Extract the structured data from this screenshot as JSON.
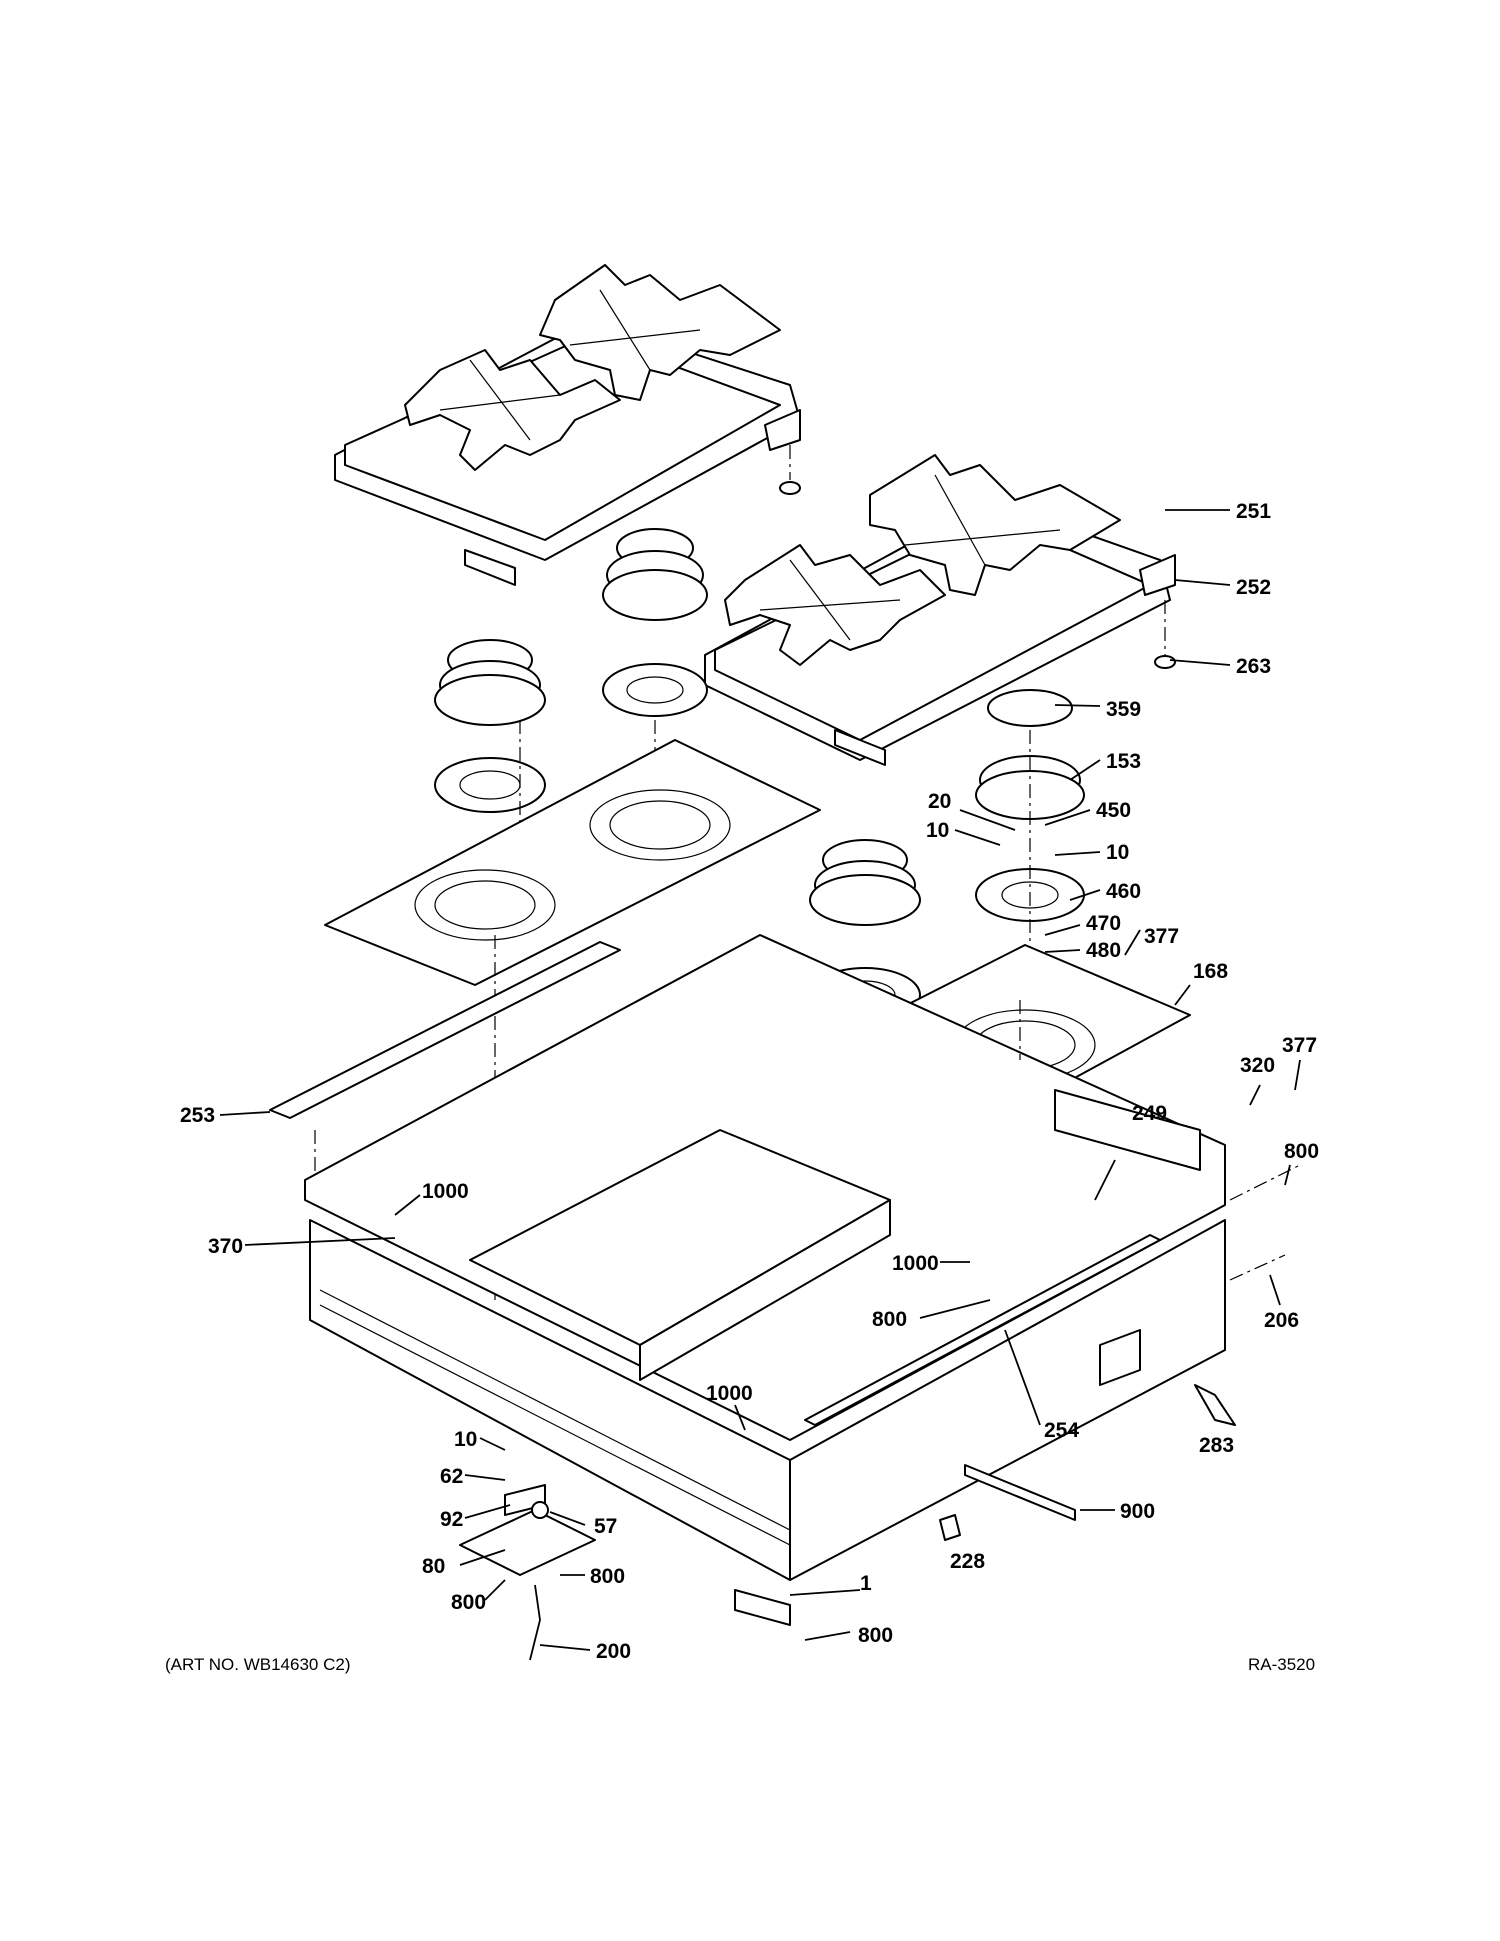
{
  "diagram": {
    "callouts": [
      {
        "id": "251",
        "text": "251"
      },
      {
        "id": "252",
        "text": "252"
      },
      {
        "id": "263",
        "text": "263"
      },
      {
        "id": "359",
        "text": "359"
      },
      {
        "id": "153",
        "text": "153"
      },
      {
        "id": "20",
        "text": "20"
      },
      {
        "id": "450",
        "text": "450"
      },
      {
        "id": "10a",
        "text": "10"
      },
      {
        "id": "10b",
        "text": "10"
      },
      {
        "id": "460",
        "text": "460"
      },
      {
        "id": "470",
        "text": "470"
      },
      {
        "id": "480",
        "text": "480"
      },
      {
        "id": "377a",
        "text": "377"
      },
      {
        "id": "168",
        "text": "168"
      },
      {
        "id": "320",
        "text": "320"
      },
      {
        "id": "377b",
        "text": "377"
      },
      {
        "id": "249",
        "text": "249"
      },
      {
        "id": "800a",
        "text": "800"
      },
      {
        "id": "253",
        "text": "253"
      },
      {
        "id": "1000a",
        "text": "1000"
      },
      {
        "id": "370",
        "text": "370"
      },
      {
        "id": "1000b",
        "text": "1000"
      },
      {
        "id": "800b",
        "text": "800"
      },
      {
        "id": "206",
        "text": "206"
      },
      {
        "id": "283",
        "text": "283"
      },
      {
        "id": "1000c",
        "text": "1000"
      },
      {
        "id": "254",
        "text": "254"
      },
      {
        "id": "10c",
        "text": "10"
      },
      {
        "id": "62",
        "text": "62"
      },
      {
        "id": "92",
        "text": "92"
      },
      {
        "id": "57",
        "text": "57"
      },
      {
        "id": "900",
        "text": "900"
      },
      {
        "id": "228",
        "text": "228"
      },
      {
        "id": "80",
        "text": "80"
      },
      {
        "id": "800c",
        "text": "800"
      },
      {
        "id": "800d",
        "text": "800"
      },
      {
        "id": "1",
        "text": "1"
      },
      {
        "id": "800e",
        "text": "800"
      },
      {
        "id": "200",
        "text": "200"
      }
    ],
    "art_number": "(ART NO. WB14630 C2)",
    "reference": "RA-3520"
  }
}
